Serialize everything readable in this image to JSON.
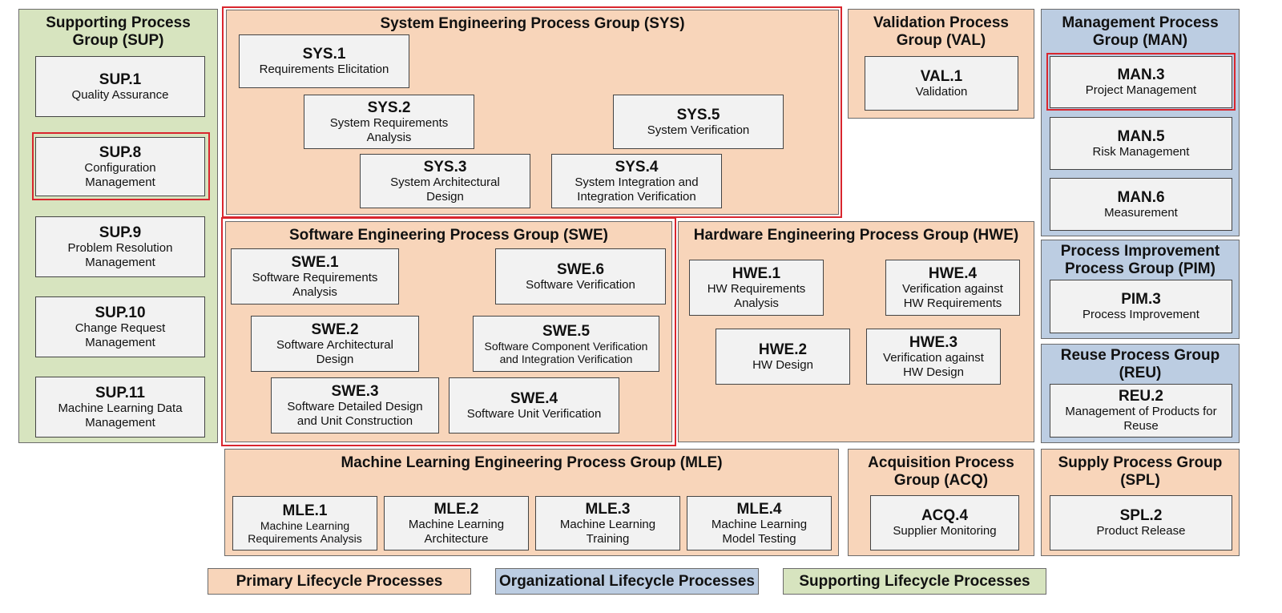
{
  "groups": {
    "sup": {
      "title": "Supporting Process Group (SUP)"
    },
    "sys": {
      "title": "System Engineering Process Group (SYS)"
    },
    "val": {
      "title": "Validation Process Group (VAL)"
    },
    "man": {
      "title": "Management Process Group (MAN)"
    },
    "swe": {
      "title": "Software Engineering Process Group (SWE)"
    },
    "hwe": {
      "title": "Hardware Engineering Process Group (HWE)"
    },
    "pim": {
      "title": "Process Improvement Process Group (PIM)"
    },
    "reu": {
      "title": "Reuse Process Group (REU)"
    },
    "mle": {
      "title": "Machine Learning Engineering Process Group (MLE)"
    },
    "acq": {
      "title": "Acquisition Process Group (ACQ)"
    },
    "spl": {
      "title": "Supply Process Group (SPL)"
    }
  },
  "processes": {
    "sup1": {
      "id": "SUP.1",
      "name": "Quality Assurance"
    },
    "sup8": {
      "id": "SUP.8",
      "name": "Configuration Management"
    },
    "sup9": {
      "id": "SUP.9",
      "name": "Problem Resolution Management"
    },
    "sup10": {
      "id": "SUP.10",
      "name": "Change Request Management"
    },
    "sup11": {
      "id": "SUP.11",
      "name": "Machine Learning Data Management"
    },
    "sys1": {
      "id": "SYS.1",
      "name": "Requirements Elicitation"
    },
    "sys2": {
      "id": "SYS.2",
      "name": "System Requirements Analysis"
    },
    "sys3": {
      "id": "SYS.3",
      "name": "System Architectural Design"
    },
    "sys4": {
      "id": "SYS.4",
      "name": "System Integration and Integration Verification"
    },
    "sys5": {
      "id": "SYS.5",
      "name": "System Verification"
    },
    "val1": {
      "id": "VAL.1",
      "name": "Validation"
    },
    "man3": {
      "id": "MAN.3",
      "name": "Project Management"
    },
    "man5": {
      "id": "MAN.5",
      "name": "Risk Management"
    },
    "man6": {
      "id": "MAN.6",
      "name": "Measurement"
    },
    "swe1": {
      "id": "SWE.1",
      "name": "Software Requirements Analysis"
    },
    "swe2": {
      "id": "SWE.2",
      "name": "Software Architectural Design"
    },
    "swe3": {
      "id": "SWE.3",
      "name": "Software Detailed Design and Unit Construction"
    },
    "swe4": {
      "id": "SWE.4",
      "name": "Software Unit Verification"
    },
    "swe5": {
      "id": "SWE.5",
      "name": "Software Component Verification and Integration Verification"
    },
    "swe6": {
      "id": "SWE.6",
      "name": "Software Verification"
    },
    "hwe1": {
      "id": "HWE.1",
      "name": "HW Requirements Analysis"
    },
    "hwe2": {
      "id": "HWE.2",
      "name": "HW Design"
    },
    "hwe3": {
      "id": "HWE.3",
      "name": "Verification against HW Design"
    },
    "hwe4": {
      "id": "HWE.4",
      "name": "Verification against HW Requirements"
    },
    "pim3": {
      "id": "PIM.3",
      "name": "Process Improvement"
    },
    "reu2": {
      "id": "REU.2",
      "name": "Management of Products for Reuse"
    },
    "mle1": {
      "id": "MLE.1",
      "name": "Machine Learning Requirements Analysis"
    },
    "mle2": {
      "id": "MLE.2",
      "name": "Machine Learning Architecture"
    },
    "mle3": {
      "id": "MLE.3",
      "name": "Machine Learning Training"
    },
    "mle4": {
      "id": "MLE.4",
      "name": "Machine Learning Model Testing"
    },
    "acq4": {
      "id": "ACQ.4",
      "name": "Supplier Monitoring"
    },
    "spl2": {
      "id": "SPL.2",
      "name": "Product Release"
    }
  },
  "legend": {
    "primary": "Primary Lifecycle Processes",
    "organizational": "Organizational Lifecycle Processes",
    "supporting": "Supporting Lifecycle Processes"
  },
  "colors": {
    "primary": "#f8d5ba",
    "organizational": "#bccde2",
    "supporting": "#d7e4bf",
    "process_box": "#f2f2f2",
    "highlight": "#d9262e"
  }
}
